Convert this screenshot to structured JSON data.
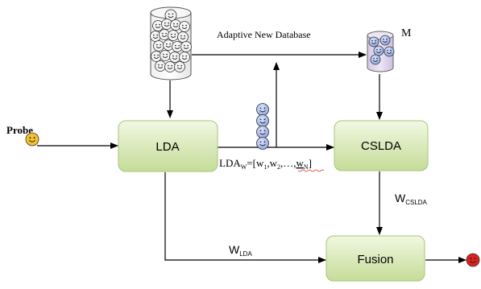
{
  "nodes": {
    "lda": {
      "label": "LDA"
    },
    "cslda": {
      "label": "CSLDA"
    },
    "fusion": {
      "label": "Fusion"
    },
    "probe": {
      "label": "Probe"
    },
    "database_m": {
      "label": "M"
    }
  },
  "edges": {
    "adaptive_db": {
      "label": "Adaptive New Database"
    },
    "lda_w": {
      "prefix": "LDA",
      "sub": "W",
      "eq": "=[w",
      "s1": "1",
      "mid": ",w",
      "s2": "2",
      "dots": ",…,",
      "w": "w",
      "sN": "N",
      "close": "]"
    },
    "w_cslda": {
      "main": "W",
      "sub": "CSLDA"
    },
    "w_lda": {
      "main": "W",
      "sub": "LDA"
    }
  },
  "colors": {
    "box_fill_top": "#eef6dc",
    "box_fill_bottom": "#c7de9c",
    "box_stroke": "#a9c37c",
    "face_blue": "#a9bdf0",
    "probe_face": "#f2c12e",
    "result_face": "#e02020",
    "db_m_fill": "#ddd2ea"
  }
}
